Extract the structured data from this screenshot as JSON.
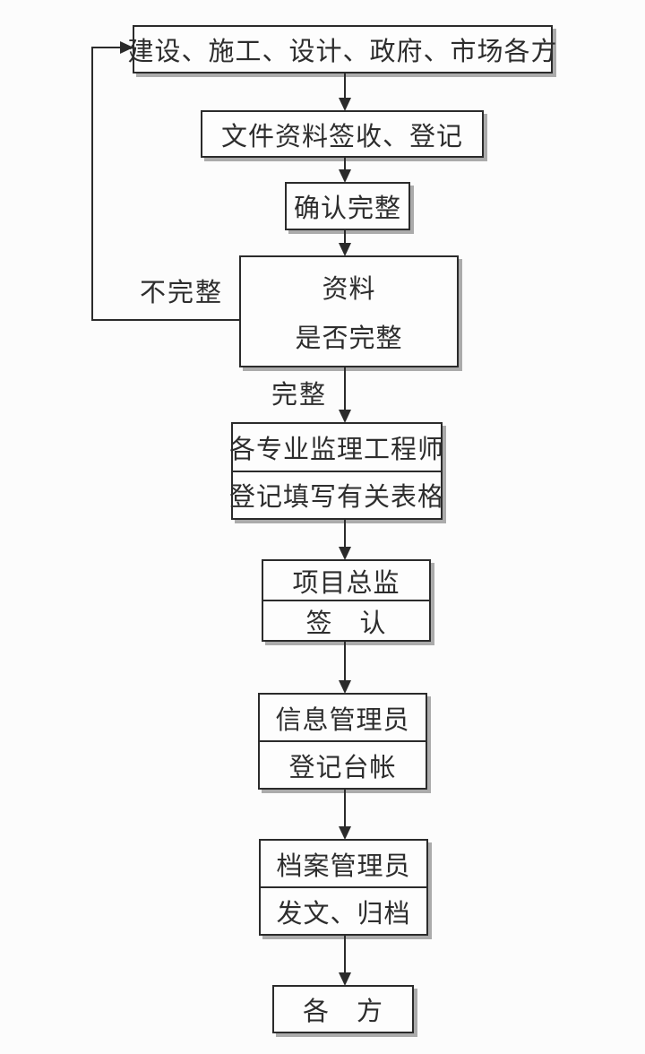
{
  "flowchart": {
    "nodes": [
      {
        "id": "sources",
        "lines": [
          "建设、施工、设计、政府、市场各方"
        ]
      },
      {
        "id": "sign-register",
        "lines": [
          "文件资料签收、登记"
        ]
      },
      {
        "id": "confirm-complete",
        "lines": [
          "确认完整"
        ]
      },
      {
        "id": "decision-completeness",
        "lines": [
          "资料",
          "是否完整"
        ]
      },
      {
        "id": "supervision-engineers",
        "lines": [
          "各专业监理工程师",
          "登记填写有关表格"
        ]
      },
      {
        "id": "chief-supervisor",
        "lines": [
          "项目总监",
          "签　认"
        ]
      },
      {
        "id": "info-manager",
        "lines": [
          "信息管理员",
          "登记台帐"
        ]
      },
      {
        "id": "archive-manager",
        "lines": [
          "档案管理员",
          "发文、归档"
        ]
      },
      {
        "id": "all-parties",
        "lines": [
          "各　方"
        ]
      }
    ],
    "edge_labels": {
      "incomplete": "不完整",
      "complete": "完整"
    },
    "colors": {
      "line": "#2b2b2b",
      "shadow": "#ababab",
      "background": "#fcfcfc",
      "text": "#2d2d2d"
    }
  }
}
